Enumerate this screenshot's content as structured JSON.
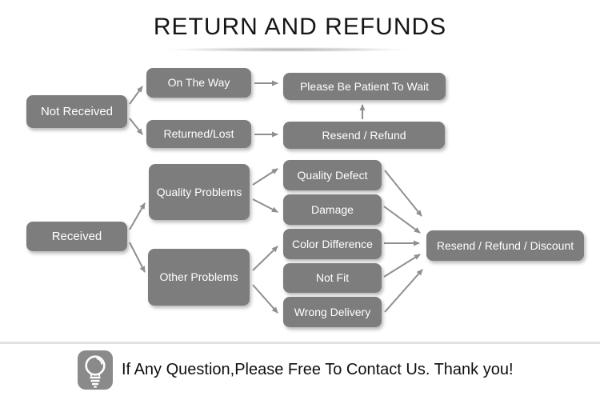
{
  "title": "RETURN AND REFUNDS",
  "colors": {
    "node_bg": "#7d7d7d",
    "node_text": "#ffffff",
    "arrow": "#8f8f8f",
    "title_text": "#161616",
    "divider": "#e2e2e2",
    "footer_icon_bg": "#8a8a8a"
  },
  "diagram": {
    "nodes": {
      "not_received": "Not Received",
      "on_the_way": "On The Way",
      "returned_lost": "Returned/Lost",
      "please_wait": "Please Be Patient To Wait",
      "resend_refund": "Resend / Refund",
      "received": "Received",
      "quality_problems": "Quality Problems",
      "other_problems": "Other Problems",
      "quality_defect": "Quality Defect",
      "damage": "Damage",
      "color_difference": "Color Difference",
      "not_fit": "Not Fit",
      "wrong_delivery": "Wrong Delivery",
      "resend_refund_discount": "Resend / Refund / Discount"
    },
    "edges": [
      {
        "from": "not_received",
        "to": "on_the_way"
      },
      {
        "from": "not_received",
        "to": "returned_lost"
      },
      {
        "from": "on_the_way",
        "to": "please_wait"
      },
      {
        "from": "returned_lost",
        "to": "resend_refund"
      },
      {
        "from": "resend_refund",
        "to": "please_wait"
      },
      {
        "from": "received",
        "to": "quality_problems"
      },
      {
        "from": "received",
        "to": "other_problems"
      },
      {
        "from": "quality_problems",
        "to": "quality_defect"
      },
      {
        "from": "quality_problems",
        "to": "damage"
      },
      {
        "from": "other_problems",
        "to": "color_difference"
      },
      {
        "from": "other_problems",
        "to": "wrong_delivery"
      },
      {
        "from": "quality_defect",
        "to": "resend_refund_discount"
      },
      {
        "from": "damage",
        "to": "resend_refund_discount"
      },
      {
        "from": "color_difference",
        "to": "resend_refund_discount"
      },
      {
        "from": "not_fit",
        "to": "resend_refund_discount"
      },
      {
        "from": "wrong_delivery",
        "to": "resend_refund_discount"
      }
    ]
  },
  "footer": {
    "icon": "lightbulb-icon",
    "message": "If Any Question,Please Free To Contact Us. Thank you!"
  }
}
